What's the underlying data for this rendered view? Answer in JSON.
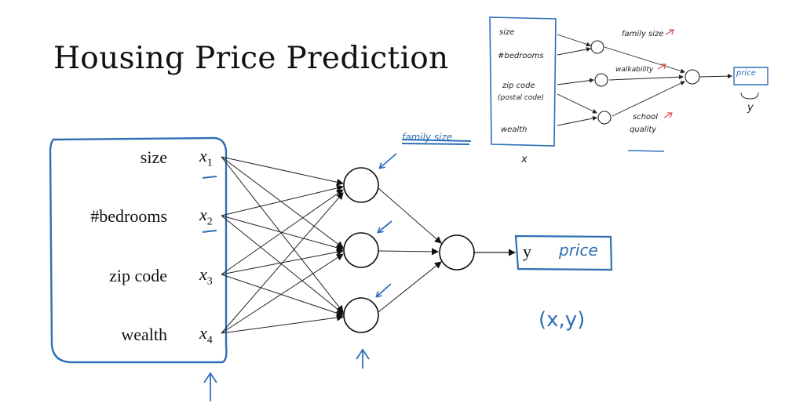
{
  "title": "Housing Price Prediction",
  "inputs": [
    {
      "feature": "size",
      "var": "x",
      "sub": "1"
    },
    {
      "feature": "#bedrooms",
      "var": "x",
      "sub": "2"
    },
    {
      "feature": "zip code",
      "var": "x",
      "sub": "3"
    },
    {
      "feature": "wealth",
      "var": "x",
      "sub": "4"
    }
  ],
  "output": {
    "var": "y",
    "handwritten": "price"
  },
  "pair_annotation": "(x,y)",
  "crossed_out_note": "family size",
  "sketch": {
    "inputs": [
      "size",
      "#bedrooms",
      "zip code",
      "(postal code)",
      "wealth"
    ],
    "hidden_labels": [
      "family size",
      "walkability",
      "school",
      "quality"
    ],
    "output": "price",
    "x_label": "x",
    "y_label": "y"
  },
  "colors": {
    "ink": "#111111",
    "pen": "#2f6fb6",
    "red_pen": "#d9534f"
  }
}
